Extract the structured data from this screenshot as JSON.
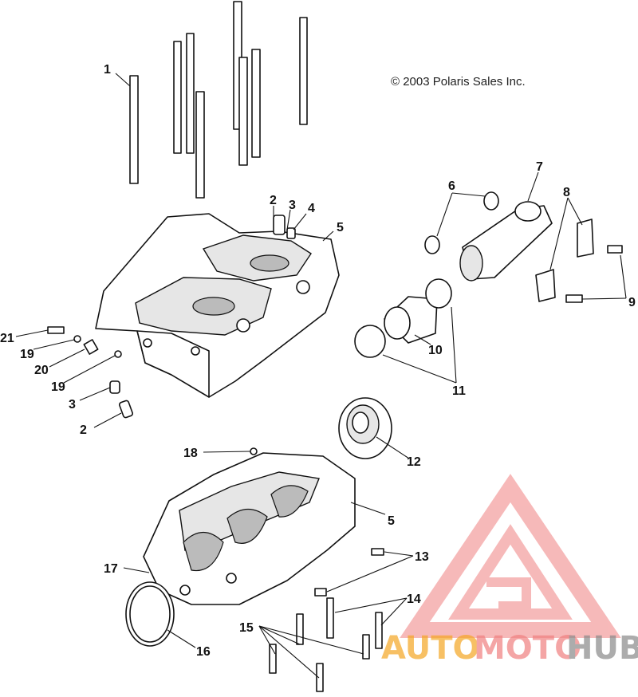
{
  "copyright": "© 2003 Polaris Sales Inc.",
  "callouts": [
    {
      "id": "c1",
      "text": "1"
    },
    {
      "id": "c2a",
      "text": "2"
    },
    {
      "id": "c3a",
      "text": "3"
    },
    {
      "id": "c4",
      "text": "4"
    },
    {
      "id": "c5a",
      "text": "5"
    },
    {
      "id": "c6",
      "text": "6"
    },
    {
      "id": "c7",
      "text": "7"
    },
    {
      "id": "c8",
      "text": "8"
    },
    {
      "id": "c9",
      "text": "9"
    },
    {
      "id": "c10",
      "text": "10"
    },
    {
      "id": "c11",
      "text": "11"
    },
    {
      "id": "c21",
      "text": "21"
    },
    {
      "id": "c19a",
      "text": "19"
    },
    {
      "id": "c20",
      "text": "20"
    },
    {
      "id": "c19b",
      "text": "19"
    },
    {
      "id": "c3b",
      "text": "3"
    },
    {
      "id": "c2b",
      "text": "2"
    },
    {
      "id": "c12",
      "text": "12"
    },
    {
      "id": "c18",
      "text": "18"
    },
    {
      "id": "c5b",
      "text": "5"
    },
    {
      "id": "c13",
      "text": "13"
    },
    {
      "id": "c17",
      "text": "17"
    },
    {
      "id": "c14",
      "text": "14"
    },
    {
      "id": "c15",
      "text": "15"
    },
    {
      "id": "c16",
      "text": "16"
    }
  ],
  "watermark": {
    "part1": "AUTO",
    "part2": "MOTO",
    "part3": "HUB",
    "colors": {
      "red": "#f08080",
      "orange": "#f5a623",
      "gray": "#8a8a8a"
    }
  }
}
